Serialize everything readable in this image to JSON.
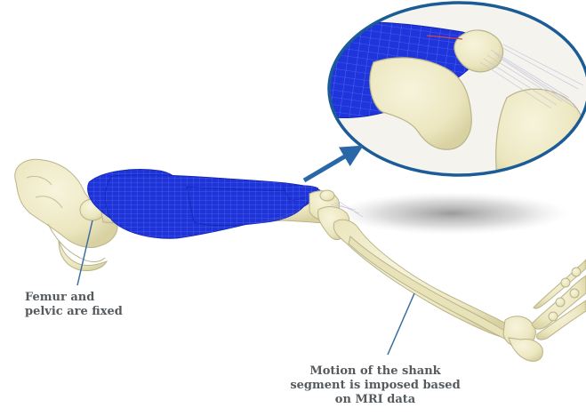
{
  "annotations": {
    "fixed_label": {
      "lines": [
        "Femur and",
        "pelvic are fixed"
      ]
    },
    "motion_label": {
      "lines": [
        "Motion of the shank",
        "segment is imposed based",
        "on MRI data"
      ]
    }
  },
  "colors": {
    "bone": "#eee9c2",
    "bone_outline": "#b9b48a",
    "muscle": "#1e33d8",
    "muscle_mesh": "#6f86ff",
    "zoom_ring": "#1c5c96",
    "zoom_arrow": "#2a67a8",
    "pointer_line": "#3b6f9e",
    "label_text": "#555a5e"
  },
  "icons": [
    "zoom-arrow-icon"
  ]
}
